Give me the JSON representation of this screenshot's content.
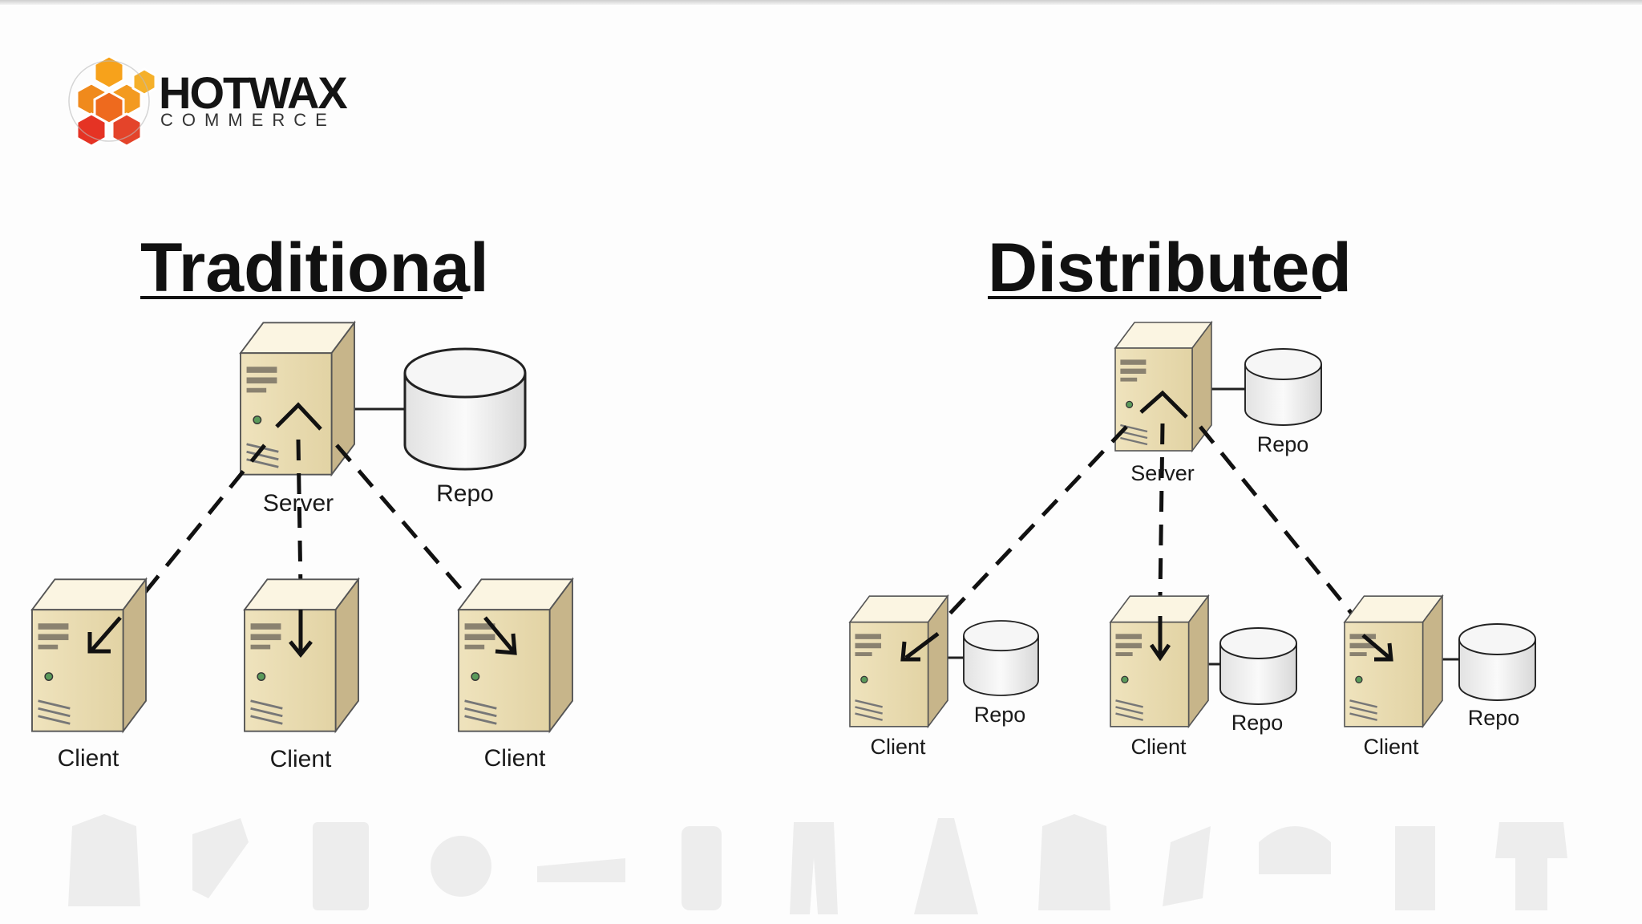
{
  "brand": {
    "name": "HOTWAX",
    "sub": "COMMERCE"
  },
  "traditional": {
    "title": "Traditional",
    "server_label": "Server",
    "repo_label": "Repo",
    "clients": [
      "Client",
      "Client",
      "Client"
    ]
  },
  "distributed": {
    "title": "Distributed",
    "server_label": "Server",
    "repo_label": "Repo",
    "clients": [
      {
        "client": "Client",
        "repo": "Repo"
      },
      {
        "client": "Client",
        "repo": "Repo"
      },
      {
        "client": "Client",
        "repo": "Repo"
      }
    ]
  },
  "colors": {
    "server_front": "#f2e8c8",
    "server_side": "#c9b98f",
    "server_top": "#fbf6e4",
    "drum": "#f0f0f0",
    "orange": "#f49a25",
    "red": "#e53324"
  }
}
